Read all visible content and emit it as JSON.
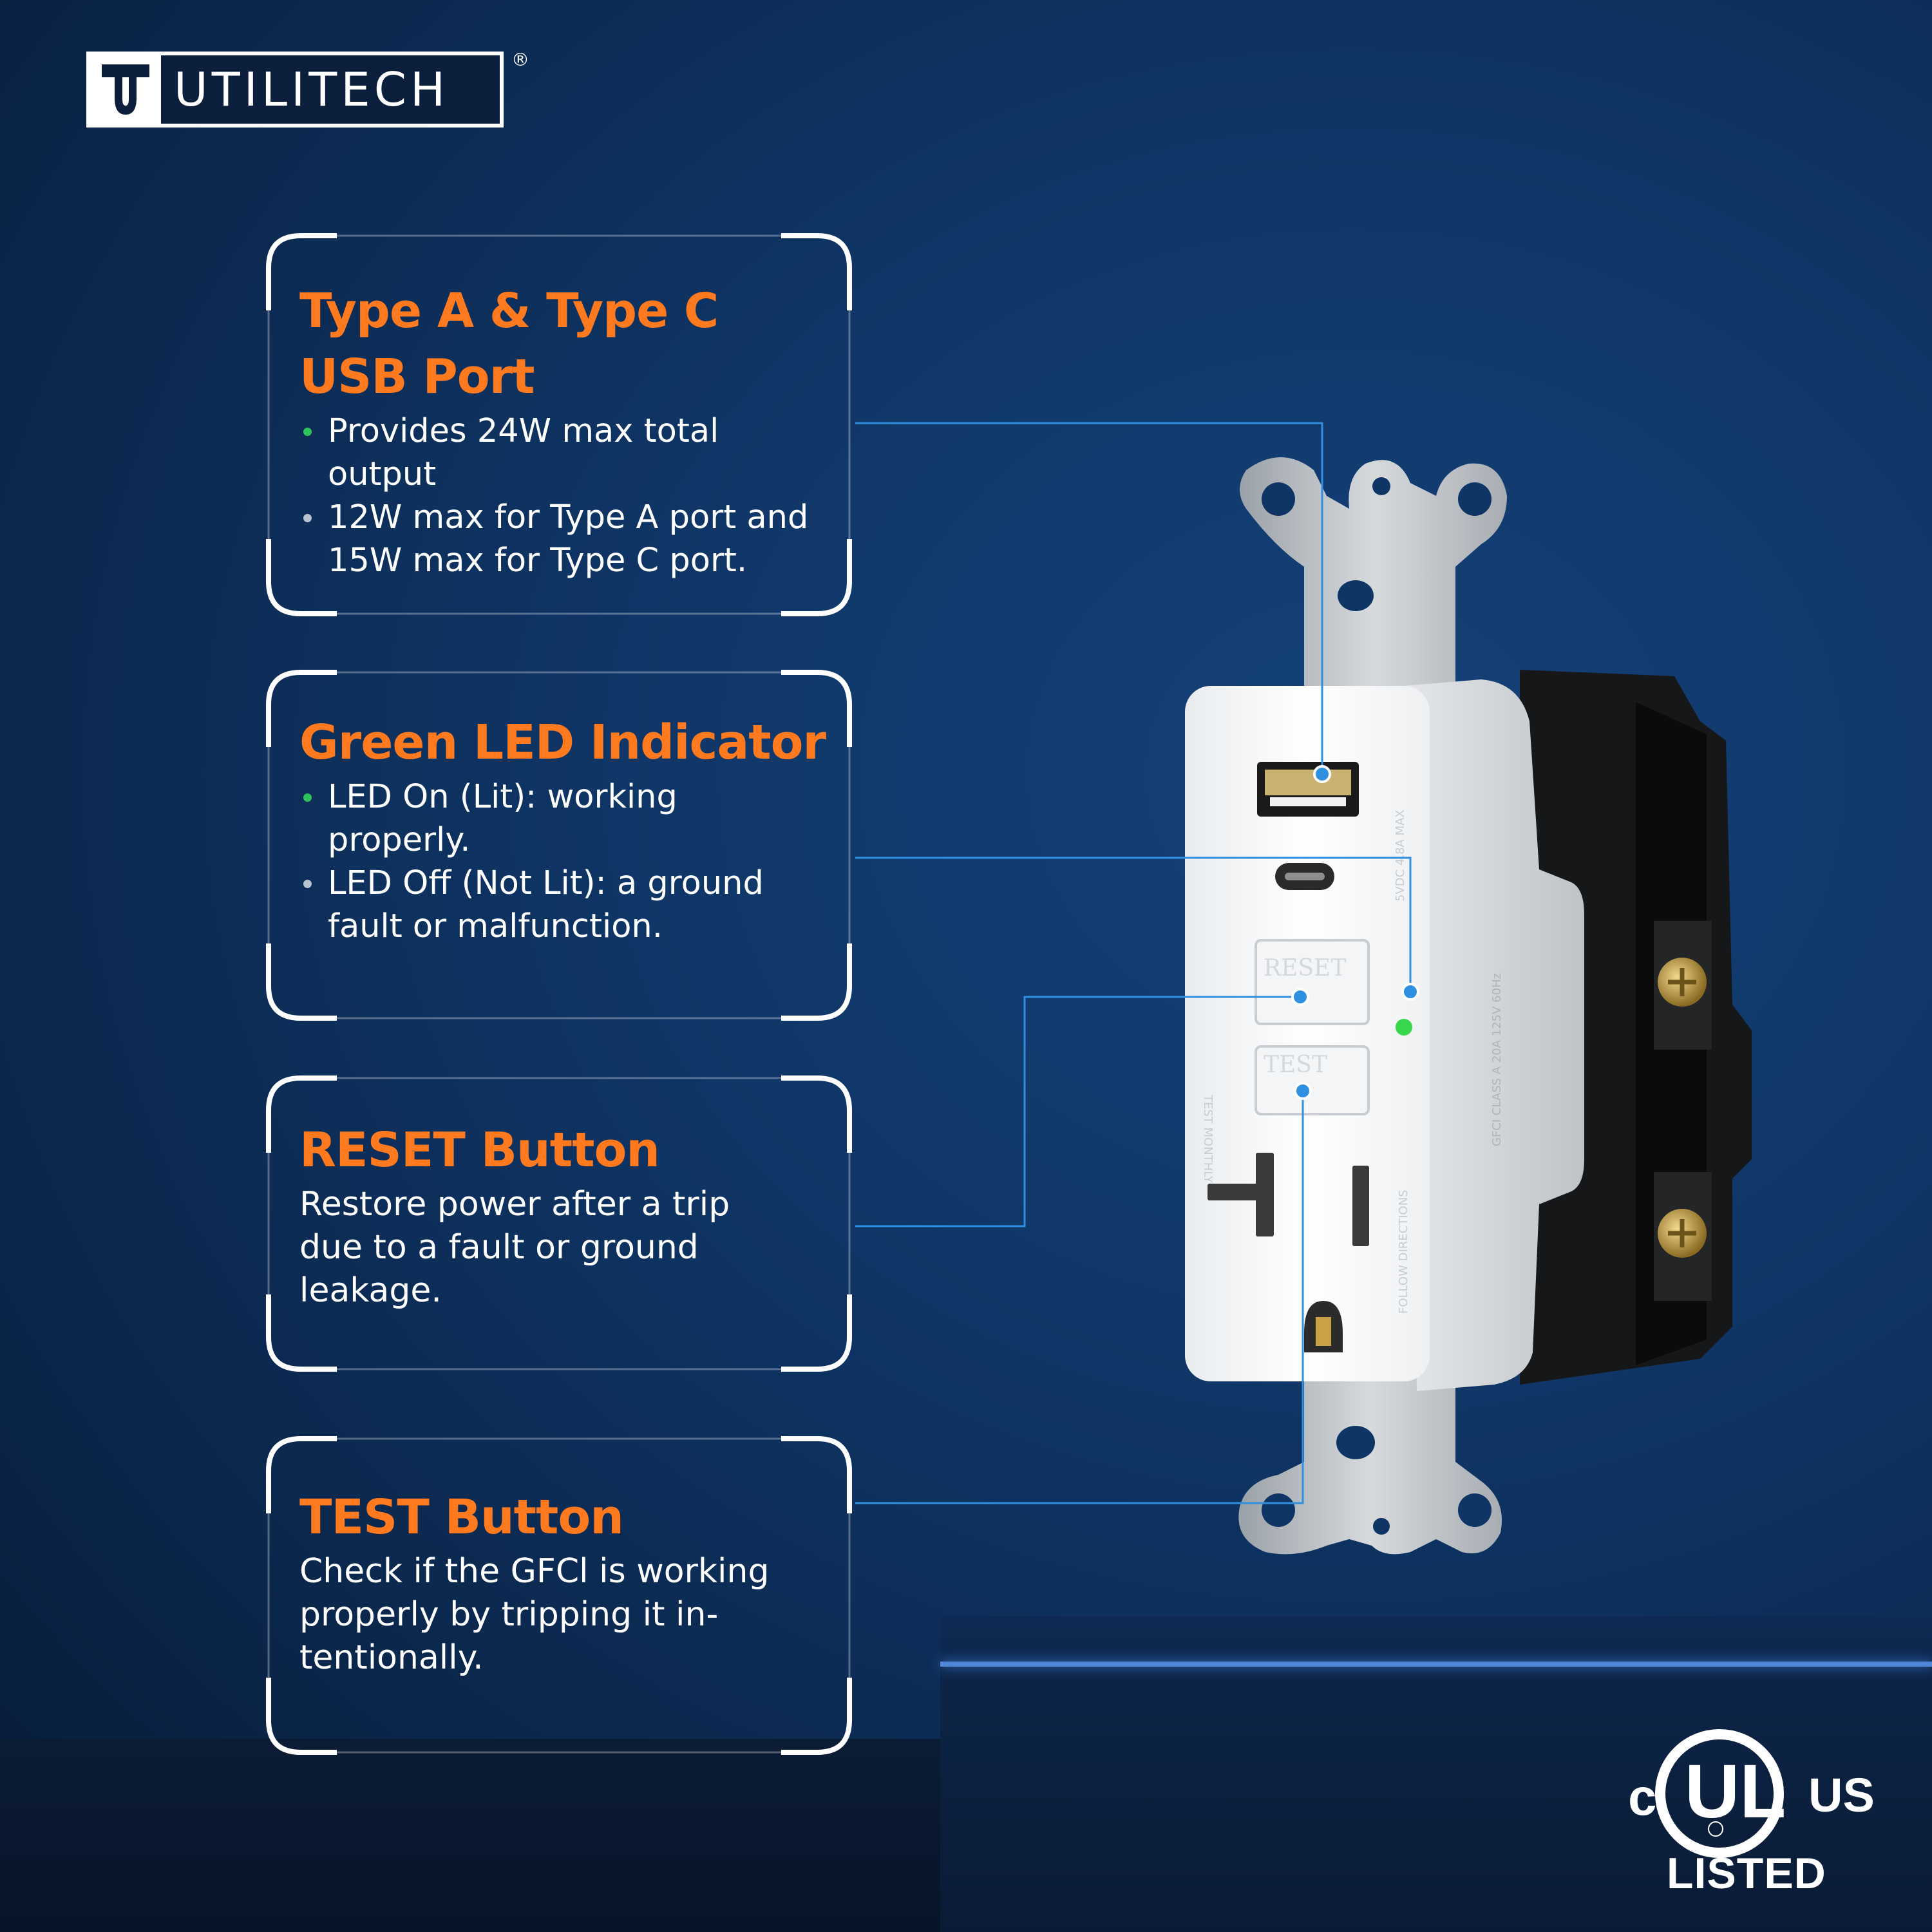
{
  "brand": {
    "name": "UTILITECH",
    "registered_mark": "®"
  },
  "cards": [
    {
      "title_line1": "Type A &  Type C",
      "title_line2": "USB Port",
      "bullets": [
        {
          "marker": "green",
          "line1": "Provides 24W max total",
          "line2": "output"
        },
        {
          "marker": "grey",
          "line1": "12W max for Type A port and",
          "line2": "15W max for Type C port."
        }
      ]
    },
    {
      "title": "Green LED Indicator",
      "bullets": [
        {
          "marker": "green",
          "line1": "LED On (Lit): working",
          "line2": "properly."
        },
        {
          "marker": "grey",
          "line1": "LED Off (Not Lit): a ground",
          "line2": "fault or malfunction."
        }
      ]
    },
    {
      "title": "RESET Button",
      "lines": [
        "Restore power after a trip",
        "due to a fault or ground",
        "leakage."
      ]
    },
    {
      "title": "TEST Button",
      "lines": [
        "Check if the GFCl is working",
        "properly by tripping it in-",
        "tentionally."
      ]
    }
  ],
  "device_labels": {
    "reset": "RESET",
    "test": "TEST"
  },
  "certification": {
    "c": "c",
    "ul": "UL",
    "us": "US",
    "listed": "LISTED"
  },
  "colors": {
    "accent": "#ff7a1f",
    "callout_line": "#2f8fe0",
    "background": "#0f3565",
    "led_green": "#38d64a"
  }
}
